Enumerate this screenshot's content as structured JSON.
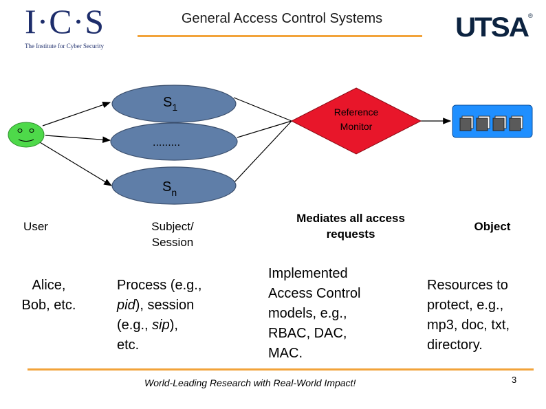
{
  "header": {
    "ics_logo": "I·C·S",
    "ics_tagline": "The Institute for Cyber Security",
    "title": "General Access Control Systems",
    "utsa_logo": "UTSA",
    "utsa_mark": "®"
  },
  "diagram": {
    "subject_top": "S",
    "subject_top_sub": "1",
    "subject_middle": ".........",
    "subject_bottom": "S",
    "subject_bottom_sub": "n",
    "reference_monitor_line1": "Reference",
    "reference_monitor_line2": "Monitor"
  },
  "columns": {
    "user": {
      "heading": "User",
      "body_line1": "Alice,",
      "body_line2": "Bob, etc."
    },
    "subject": {
      "heading_line1": "Subject/",
      "heading_line2": "Session",
      "body_line1_a": "Process (e.g.,",
      "body_line2_italic": "pid",
      "body_line2_rest": "), session",
      "body_line3_a": "(e.g., ",
      "body_line3_italic": "sip",
      "body_line3_b": "),",
      "body_line4": "etc."
    },
    "monitor": {
      "heading_line1": "Mediates all access",
      "heading_line2": "requests",
      "body_lines": [
        "Implemented",
        "Access Control",
        "models, e.g.,",
        "RBAC, DAC,",
        "MAC."
      ]
    },
    "object": {
      "heading": "Object",
      "body_lines": [
        "Resources to",
        "protect, e.g.,",
        "mp3, doc, txt,",
        "directory."
      ]
    }
  },
  "footer": {
    "tagline": "World-Leading Research with Real-World Impact!",
    "page_number": "3"
  },
  "colors": {
    "accent_rule": "#f2a33a",
    "subject_fill": "#5f7ea8",
    "monitor_fill": "#e8162a",
    "object_fill": "#1f8fff",
    "user_fill": "#4ed94a"
  }
}
